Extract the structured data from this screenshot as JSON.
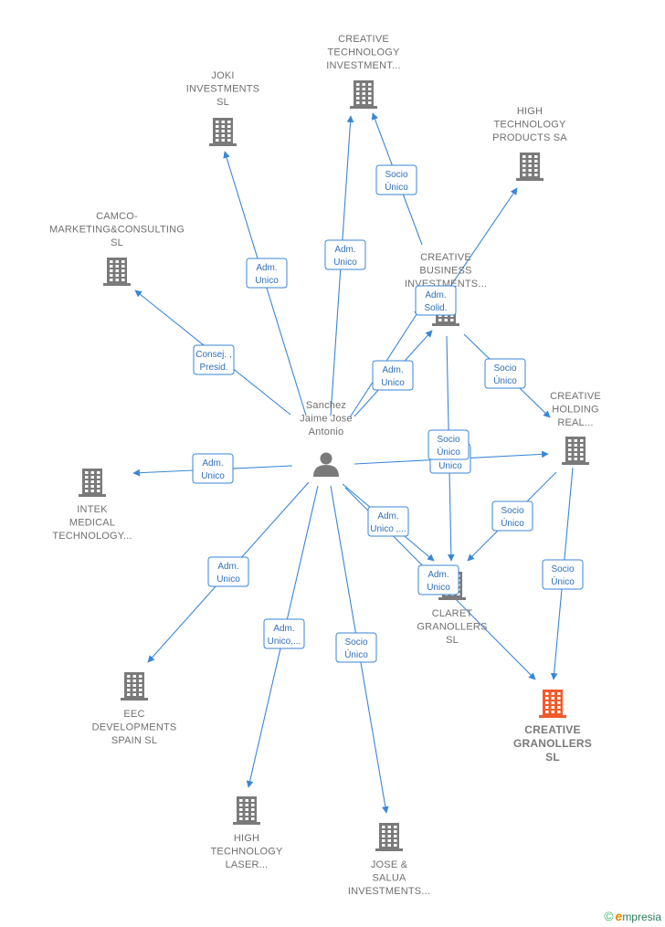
{
  "colors": {
    "edge": "#3a86d6",
    "node": "#7a7a7a",
    "highlight": "#f25a2a",
    "text": "#6f6f6f"
  },
  "center": {
    "id": "person",
    "lines": [
      "Sanchez",
      "Jaime Jose",
      "Antonio"
    ],
    "icon": "person-icon"
  },
  "nodes": [
    {
      "id": "joki",
      "lines": [
        "JOKI",
        "INVESTMENTS",
        "SL"
      ],
      "icon": "building-icon"
    },
    {
      "id": "ctinv",
      "lines": [
        "CREATIVE",
        "TECHNOLOGY",
        "INVESTMENT..."
      ],
      "icon": "building-icon"
    },
    {
      "id": "htp",
      "lines": [
        "HIGH",
        "TECHNOLOGY",
        "PRODUCTS SA"
      ],
      "icon": "building-icon"
    },
    {
      "id": "camco",
      "lines": [
        "CAMCO-",
        "MARKETING&CONSULTING",
        "SL"
      ],
      "icon": "building-icon"
    },
    {
      "id": "cbi",
      "lines": [
        "CREATIVE",
        "BUSINESS",
        "INVESTMENTS..."
      ],
      "icon": "building-icon"
    },
    {
      "id": "chr",
      "lines": [
        "CREATIVE",
        "HOLDING",
        "REAL..."
      ],
      "icon": "building-icon"
    },
    {
      "id": "intek",
      "lines": [
        "INTEK",
        "MEDICAL",
        "TECHNOLOGY..."
      ],
      "icon": "building-icon"
    },
    {
      "id": "claret",
      "lines": [
        "CLARET",
        "GRANOLLERS",
        "SL"
      ],
      "icon": "building-icon"
    },
    {
      "id": "cgran",
      "lines": [
        "CREATIVE",
        "GRANOLLERS",
        "SL"
      ],
      "icon": "building-icon",
      "highlight": true
    },
    {
      "id": "eec",
      "lines": [
        "EEC",
        "DEVELOPMENTS",
        "SPAIN  SL"
      ],
      "icon": "building-icon"
    },
    {
      "id": "htl",
      "lines": [
        "HIGH",
        "TECHNOLOGY",
        "LASER..."
      ],
      "icon": "building-icon"
    },
    {
      "id": "jose",
      "lines": [
        "JOSE &",
        "SALUA",
        "INVESTMENTS..."
      ],
      "icon": "building-icon"
    }
  ],
  "edges": [
    {
      "from": "person",
      "to": "joki",
      "label": [
        "Adm.",
        "Unico"
      ]
    },
    {
      "from": "person",
      "to": "ctinv",
      "label": [
        "Adm.",
        "Unico"
      ]
    },
    {
      "from": "cbi",
      "to": "ctinv",
      "label": [
        "Socio",
        "Único"
      ]
    },
    {
      "from": "cbi",
      "to": "htp",
      "label": []
    },
    {
      "from": "person",
      "to": "camco",
      "label": [
        "Consej. ,",
        "Presid."
      ]
    },
    {
      "from": "person",
      "to": "cbi",
      "label": [
        "Adm.",
        "Unico"
      ]
    },
    {
      "from": "person",
      "to": "cbi",
      "label": [
        "Adm.",
        "Solid."
      ]
    },
    {
      "from": "cbi",
      "to": "chr",
      "label": [
        "Socio",
        "Único"
      ]
    },
    {
      "from": "person",
      "to": "chr",
      "label": [
        "Adm.",
        "Unico"
      ]
    },
    {
      "from": "cbi",
      "to": "claret",
      "label": [
        "Socio",
        "Único"
      ]
    },
    {
      "from": "person",
      "to": "intek",
      "label": [
        "Adm.",
        "Unico"
      ]
    },
    {
      "from": "chr",
      "to": "claret",
      "label": [
        "Socio",
        "Único"
      ]
    },
    {
      "from": "chr",
      "to": "cgran",
      "label": [
        "Socio",
        "Único"
      ]
    },
    {
      "from": "person",
      "to": "claret",
      "label": [
        "Adm.",
        "Unico ,..."
      ]
    },
    {
      "from": "person",
      "to": "cgran",
      "label": [
        "Adm.",
        "Unico"
      ]
    },
    {
      "from": "person",
      "to": "eec",
      "label": [
        "Adm.",
        "Unico"
      ]
    },
    {
      "from": "person",
      "to": "htl",
      "label": [
        "Adm.",
        "Unico,..."
      ]
    },
    {
      "from": "person",
      "to": "jose",
      "label": [
        "Socio",
        "Único"
      ]
    }
  ],
  "brand": {
    "copyright": "©",
    "initial": "e",
    "rest": "mpresia"
  }
}
